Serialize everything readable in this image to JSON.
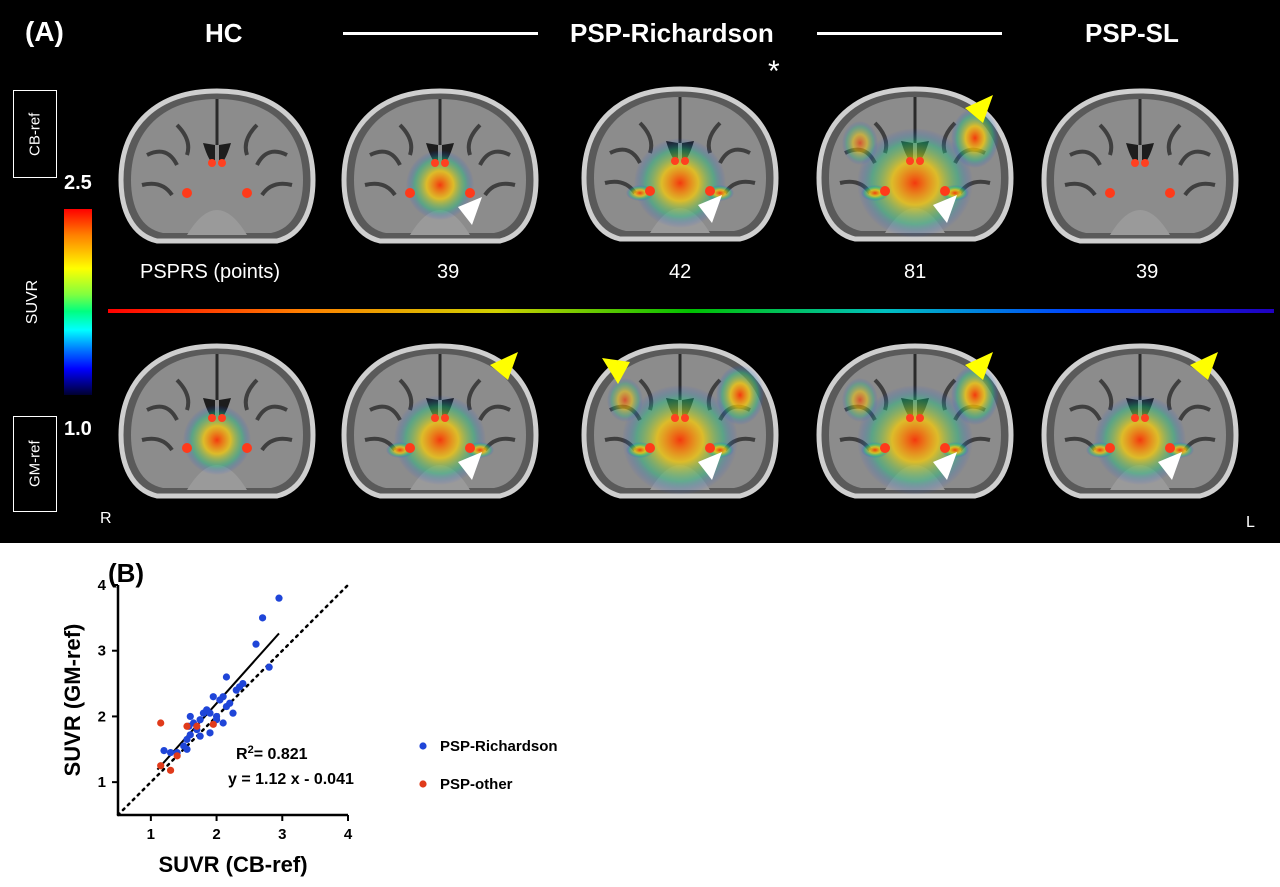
{
  "panelA": {
    "label": "(A)",
    "headers": {
      "hc": "HC",
      "psp_richardson": "PSP-Richardson",
      "psp_sl": "PSP-SL"
    },
    "asterisk": "*",
    "ref_top": "CB-ref",
    "ref_bottom": "GM-ref",
    "colorbar": {
      "max": "2.5",
      "min": "1.0",
      "label": "SUVR"
    },
    "psprs_label": "PSPRS (points)",
    "psprs_values": [
      "39",
      "42",
      "81",
      "39"
    ],
    "orientation": {
      "right": "R",
      "left": "L"
    }
  },
  "panelB": {
    "label": "(B)",
    "annotation": {
      "r2_prefix": "R",
      "r2_sup": "2",
      "r2_value": "= 0.821",
      "equation": "y = 1.12 x  - 0.041"
    }
  },
  "chart_data": {
    "type": "scatter",
    "title": "",
    "xlabel": "SUVR (CB-ref)",
    "ylabel": "SUVR (GM-ref)",
    "xlim": [
      0.5,
      4
    ],
    "ylim": [
      0.5,
      4
    ],
    "xticks": [
      "1",
      "2",
      "3",
      "4"
    ],
    "yticks": [
      "1",
      "2",
      "3",
      "4"
    ],
    "legend": "right",
    "series": [
      {
        "name": "PSP-Richardson",
        "color": "#1f45d8",
        "points": [
          [
            1.2,
            1.48
          ],
          [
            1.3,
            1.45
          ],
          [
            1.4,
            1.45
          ],
          [
            1.5,
            1.55
          ],
          [
            1.55,
            1.5
          ],
          [
            1.55,
            1.65
          ],
          [
            1.6,
            1.72
          ],
          [
            1.58,
            1.85
          ],
          [
            1.65,
            1.9
          ],
          [
            1.7,
            1.8
          ],
          [
            1.75,
            1.95
          ],
          [
            1.6,
            2.0
          ],
          [
            1.8,
            2.05
          ],
          [
            1.85,
            2.1
          ],
          [
            1.9,
            2.05
          ],
          [
            1.9,
            1.75
          ],
          [
            2.0,
            2.0
          ],
          [
            2.05,
            2.25
          ],
          [
            2.1,
            2.3
          ],
          [
            2.15,
            2.15
          ],
          [
            2.2,
            2.2
          ],
          [
            2.1,
            1.9
          ],
          [
            2.15,
            2.6
          ],
          [
            2.3,
            2.4
          ],
          [
            2.35,
            2.45
          ],
          [
            2.4,
            2.5
          ],
          [
            1.95,
            2.3
          ],
          [
            2.6,
            3.1
          ],
          [
            2.7,
            3.5
          ],
          [
            2.8,
            2.75
          ],
          [
            2.95,
            3.8
          ],
          [
            1.75,
            1.7
          ],
          [
            2.0,
            1.95
          ],
          [
            2.25,
            2.05
          ]
        ]
      },
      {
        "name": "PSP-other",
        "color": "#e03a1a",
        "points": [
          [
            1.15,
            1.9
          ],
          [
            1.15,
            1.25
          ],
          [
            1.3,
            1.18
          ],
          [
            1.4,
            1.4
          ],
          [
            1.55,
            1.85
          ],
          [
            1.7,
            1.85
          ],
          [
            1.95,
            1.88
          ]
        ]
      }
    ],
    "fit_line": {
      "slope": 1.12,
      "intercept": -0.041,
      "x_range": [
        1.1,
        2.95
      ]
    },
    "identity_line": {
      "x_range": [
        0.5,
        4
      ]
    }
  },
  "colors": {
    "background_a": "#000000",
    "marker_yellow": "#ffff00"
  }
}
